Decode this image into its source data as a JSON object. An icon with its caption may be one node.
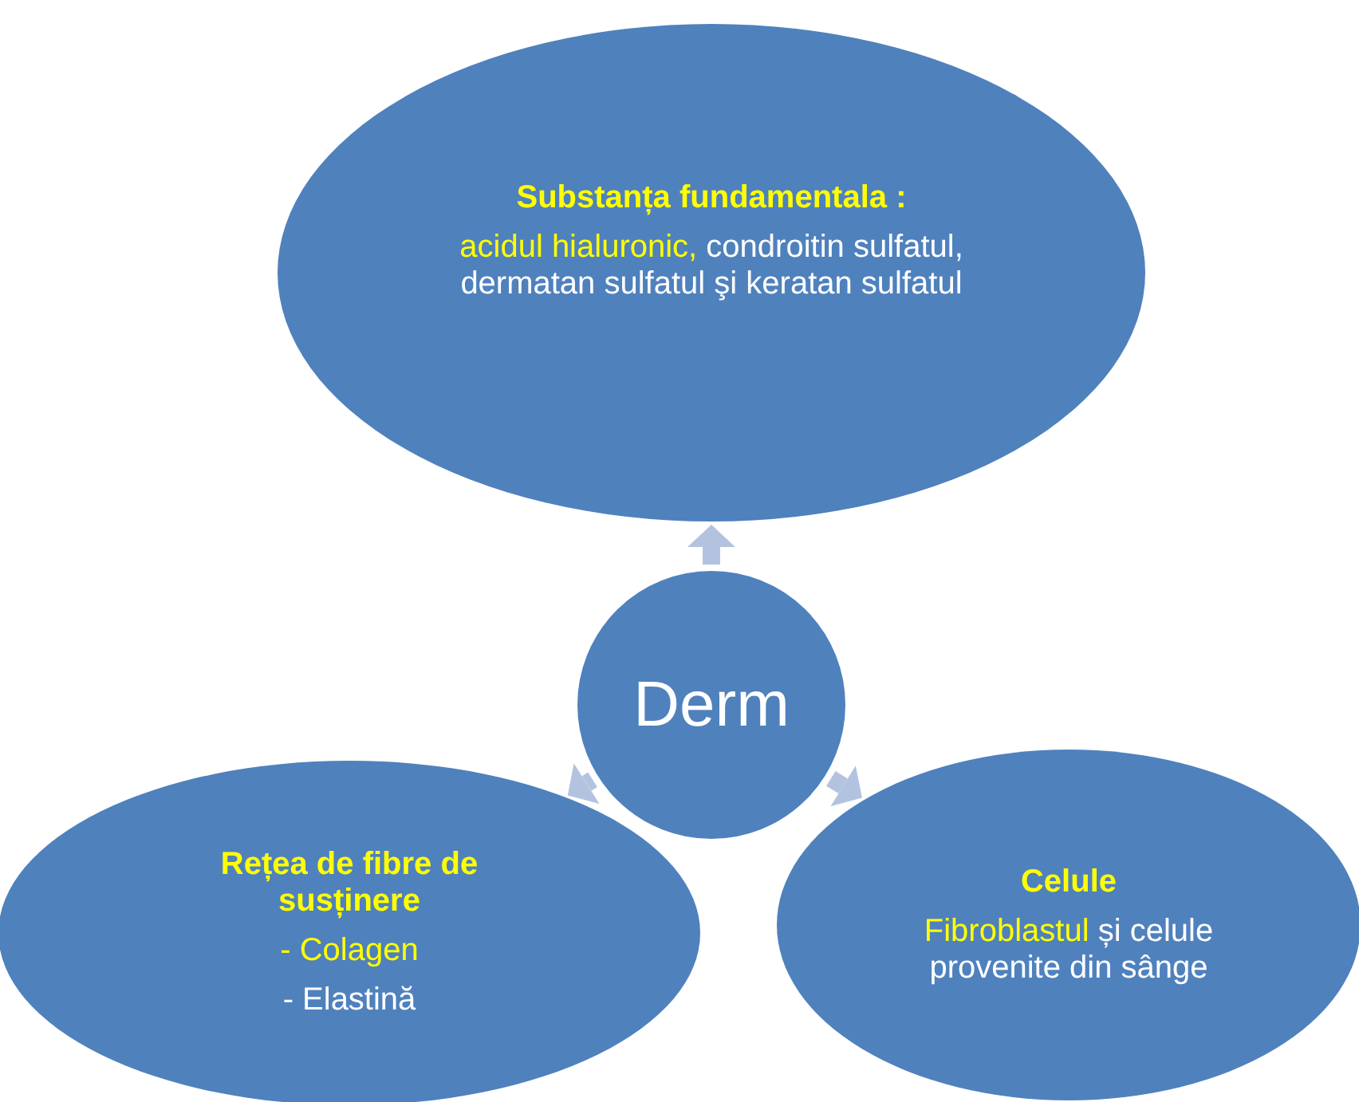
{
  "diagram": {
    "nodes": [
      {
        "text": [
          "Substanța fundamentala :",
          "acidul hialuronic,",
          "condroitin sulfatul, dermatan sulfatul şi keratan sulfatul"
        ]
      },
      {
        "text": [
          "Derm"
        ]
      },
      {
        "text": [
          "Rețea de fibre de susținere",
          "- Colagen",
          "- Elastină"
        ]
      },
      {
        "text": [
          "Celule",
          "Fibroblastul",
          "și celule provenite din sânge"
        ]
      }
    ],
    "edges": [
      {
        "from": 1,
        "to": 0,
        "arrow": "to"
      },
      {
        "from": 1,
        "to": 2,
        "arrow": "to"
      },
      {
        "from": 1,
        "to": 3,
        "arrow": "to"
      }
    ]
  }
}
